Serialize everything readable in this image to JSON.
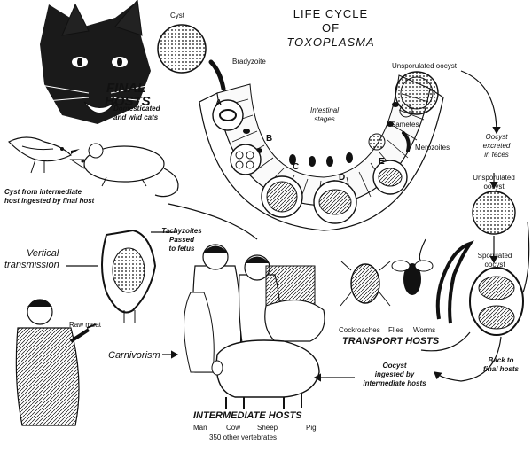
{
  "title": {
    "line1": "LIFE CYCLE",
    "line2": "OF",
    "line3": "TOXOPLASMA"
  },
  "labels": {
    "cyst": "Cyst",
    "bradyzoite": "Bradyzoite",
    "final_hosts_1": "FINAL",
    "final_hosts_2": "HOSTS",
    "domestic_1": "Domesticated",
    "domestic_2": "and wild cats",
    "intestinal_1": "Intestinal",
    "intestinal_2": "stages",
    "stage_a": "A",
    "stage_b": "B",
    "stage_c": "C",
    "stage_d": "D",
    "stage_e": "E",
    "gametes": "Gametes",
    "merozoites": "Merozoites",
    "unsporulated_oocyst_top": "Unsporulated oocyst",
    "oocyst_excreted_1": "Oocyst",
    "oocyst_excreted_2": "excreted",
    "oocyst_excreted_3": "in feces",
    "unsporulated_oocyst_right": "Unsporulated",
    "unsporulated_oocyst_right_2": "oocyst",
    "sporulated_oocyst_1": "Sporulated",
    "sporulated_oocyst_2": "oocyst",
    "cyst_ingested_1": "Cyst from intermediate",
    "cyst_ingested_2": "host ingested by final host",
    "vertical_1": "Vertical",
    "vertical_2": "transmission",
    "tachyzoites_1": "Tachyzoites",
    "tachyzoites_2": "Passed",
    "tachyzoites_3": "to fetus",
    "raw_meat": "Raw meat",
    "carnivorism": "Carnivorism",
    "cockroaches": "Cockroaches",
    "flies": "Flies",
    "worms": "Worms",
    "transport_hosts": "TRANSPORT HOSTS",
    "back_1": "Back to",
    "back_2": "final hosts",
    "oocyst_ingested_1": "Oocyst",
    "oocyst_ingested_2": "ingested by",
    "oocyst_ingested_3": "intermediate hosts",
    "intermediate_hosts": "INTERMEDIATE HOSTS",
    "man": "Man",
    "cow": "Cow",
    "sheep": "Sheep",
    "pig": "Pig",
    "vertebrates": "350 other vertebrates"
  },
  "colors": {
    "ink": "#111111",
    "paper": "#ffffff"
  }
}
